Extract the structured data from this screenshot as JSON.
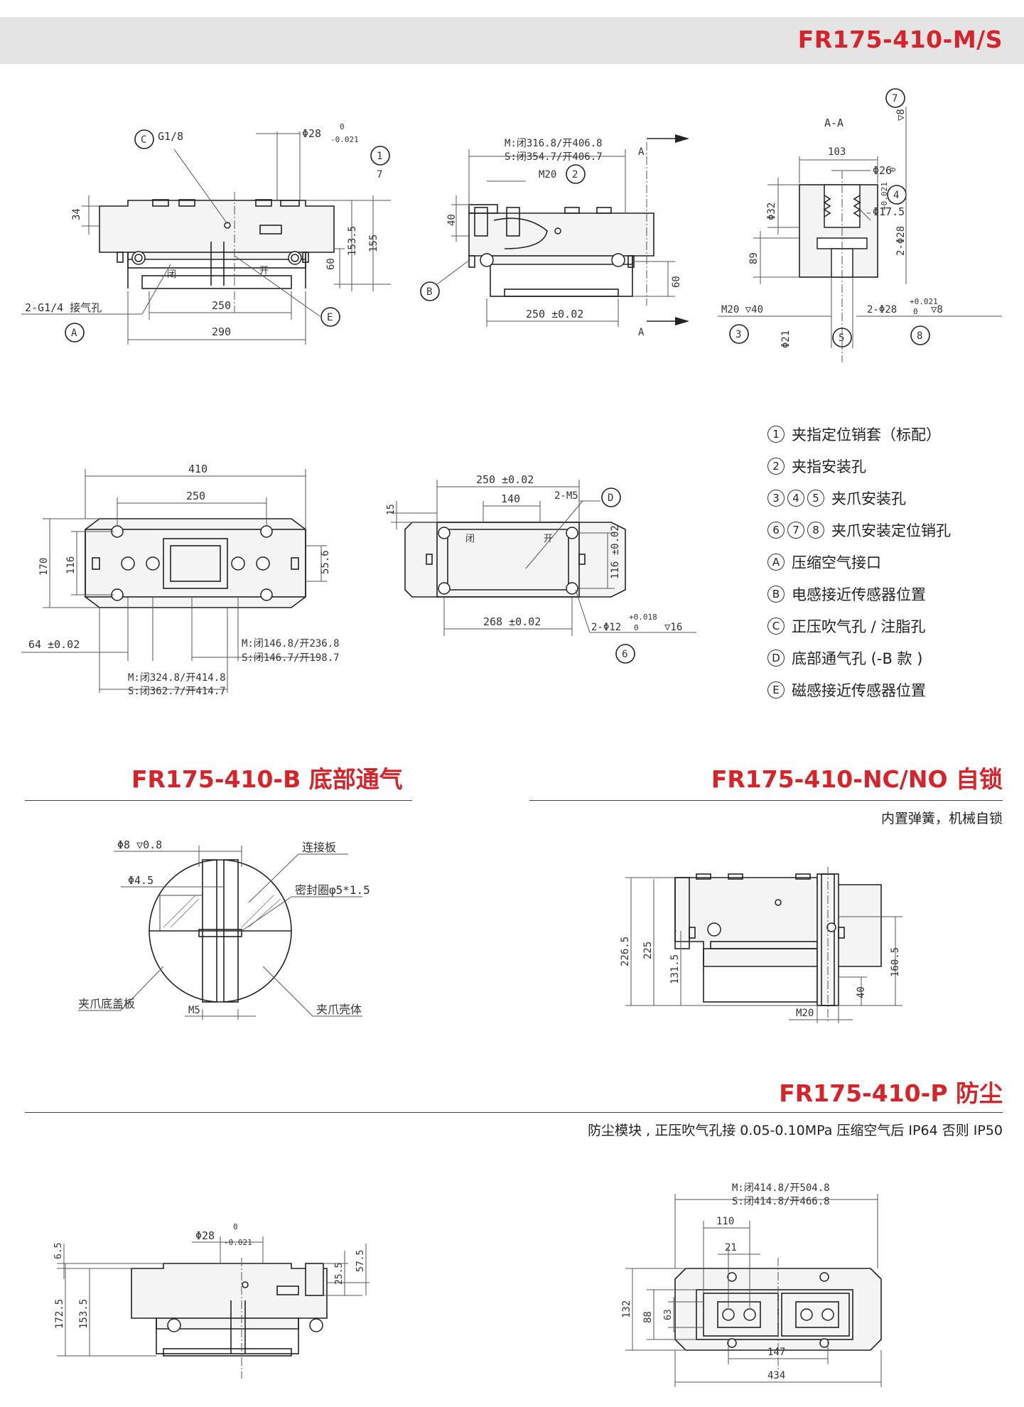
{
  "header": {
    "model": "FR175-410-M/S"
  },
  "legend": [
    {
      "marks": [
        "1"
      ],
      "text": "夹指定位销套（标配）"
    },
    {
      "marks": [
        "2"
      ],
      "text": "夹指安装孔"
    },
    {
      "marks": [
        "3",
        "4",
        "5"
      ],
      "text": "夹爪安装孔"
    },
    {
      "marks": [
        "6",
        "7",
        "8"
      ],
      "text": "夹爪安装定位销孔"
    },
    {
      "marks": [
        "A"
      ],
      "text": "压缩空气接口"
    },
    {
      "marks": [
        "B"
      ],
      "text": "电感接近传感器位置"
    },
    {
      "marks": [
        "C"
      ],
      "text": "正压吹气孔 / 注脂孔"
    },
    {
      "marks": [
        "D"
      ],
      "text": "底部通气孔 (-B 款 )"
    },
    {
      "marks": [
        "E"
      ],
      "text": "磁感接近传感器位置"
    }
  ],
  "sections": {
    "b": {
      "title": "FR175-410-B 底部通气"
    },
    "nc": {
      "title": "FR175-410-NC/NO 自锁",
      "note": "内置弹簧，机械自锁"
    },
    "p": {
      "title": "FR175-410-P 防尘",
      "note": "防尘模块 , 正压吹气孔接 0.05-0.10MPa 压缩空气后 IP64 否则 IP50"
    }
  },
  "drawings": {
    "front": {
      "dims": [
        "Φ28",
        "0",
        "-0.021",
        "G1/8",
        "34",
        "153.5",
        "155",
        "7",
        "60",
        "250",
        "290",
        "2-G1/4 接气孔",
        "闭",
        "开"
      ],
      "marks": [
        "1",
        "C",
        "A",
        "E"
      ]
    },
    "side": {
      "dims": [
        "M:闭316.8/开406.8",
        "S:闭354.7/开406.7",
        "M20",
        "40",
        "60",
        "250 ±0.02",
        "A"
      ],
      "marks": [
        "2",
        "B"
      ]
    },
    "section": {
      "title": "A-A",
      "dims": [
        "103",
        "Φ26",
        "Φ32",
        "Φ17.5",
        "89",
        "M20 ▽40",
        "Φ21",
        "2-Φ28",
        "+0.021",
        "0",
        "▽8",
        "2-Φ28",
        "+0.021",
        "0",
        "▽8"
      ],
      "marks": [
        "7",
        "4",
        "3",
        "5",
        "8"
      ]
    },
    "top": {
      "dims": [
        "410",
        "250",
        "170",
        "116",
        "55.6",
        "64 ±0.02",
        "M:闭146.8/开236.8",
        "S:闭146.7/开198.7",
        "M:闭324.8/开414.8",
        "S:闭362.7/开414.7"
      ]
    },
    "bottom": {
      "dims": [
        "250 ±0.02",
        "140",
        "2-M5",
        "15",
        "116 ±0.02",
        "268 ±0.02",
        "2-Φ12",
        "+0.018",
        "0",
        "▽16",
        "闭",
        "开"
      ],
      "marks": [
        "D",
        "6"
      ]
    },
    "bvent": {
      "dims": [
        "Φ8 ▽0.8",
        "Φ4.5",
        "M5"
      ],
      "labels": [
        "连接板",
        "密封圈φ5*1.5",
        "夹爪底盖板",
        "夹爪壳体"
      ]
    },
    "nclock": {
      "dims": [
        "226.5",
        "225",
        "131.5",
        "160.5",
        "40",
        "M20"
      ]
    },
    "pside": {
      "dims": [
        "Φ28",
        "0",
        "-0.021",
        "6.5",
        "172.5",
        "153.5",
        "25.5",
        "57.5"
      ]
    },
    "ptop": {
      "dims": [
        "M:闭414.8/开504.8",
        "S:闭414.8/开466.8",
        "110",
        "21",
        "132",
        "88",
        "63",
        "147",
        "434"
      ]
    }
  }
}
